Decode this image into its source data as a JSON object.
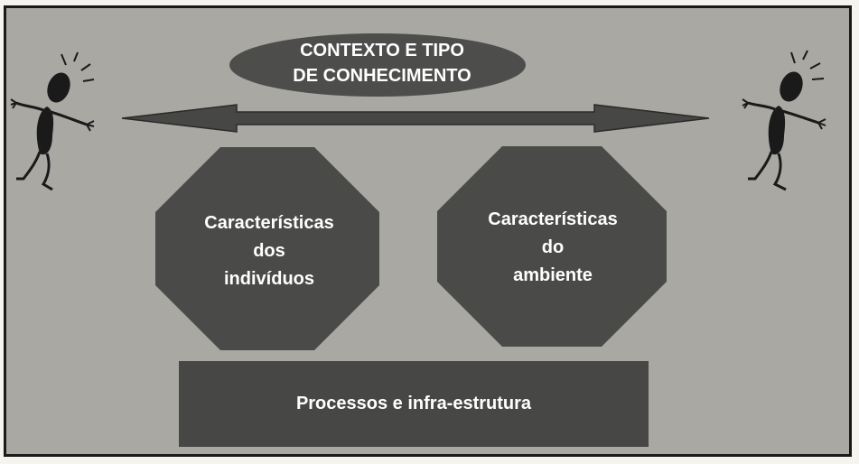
{
  "diagram": {
    "title": "CONTEXTO E TIPO\nDE CONHECIMENTO",
    "left_octagon": "Características\ndos\nindivíduos",
    "right_octagon": "Características\ndo\nambiente",
    "bottom_bar": "Processos e infra-estrutura"
  },
  "colors": {
    "panel": "#a9a8a3",
    "shape_fill": "#4a4a48",
    "label_text": "#ffffff"
  },
  "icons": {
    "left_figure": "stick-figure-icon",
    "right_figure": "stick-figure-icon",
    "connector": "double-arrow-icon"
  }
}
